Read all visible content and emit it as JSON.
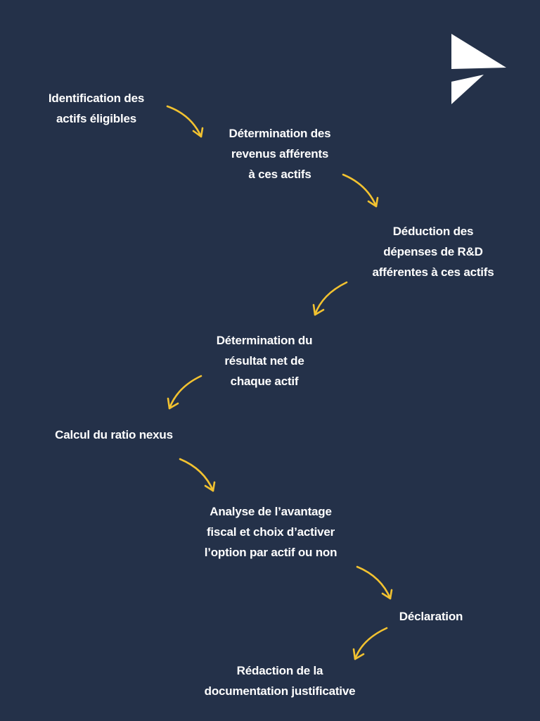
{
  "steps": [
    {
      "id": "identification",
      "lines": [
        "Identification des",
        "actifs éligibles"
      ]
    },
    {
      "id": "revenus",
      "lines": [
        "Détermination des",
        "revenus afférents",
        "à ces actifs"
      ]
    },
    {
      "id": "deduction",
      "lines": [
        "Déduction des",
        "dépenses de R&D",
        "afférentes à ces actifs"
      ]
    },
    {
      "id": "resultat",
      "lines": [
        "Détermination du",
        "résultat net de",
        "chaque actif"
      ]
    },
    {
      "id": "ratio",
      "lines": [
        "Calcul du ratio nexus"
      ]
    },
    {
      "id": "analyse",
      "lines": [
        "Analyse de l’avantage",
        "fiscal et choix d’activer",
        "l’option par actif ou non"
      ]
    },
    {
      "id": "declaration",
      "lines": [
        "Déclaration"
      ]
    },
    {
      "id": "redaction",
      "lines": [
        "Rédaction de la",
        "documentation justificative"
      ]
    }
  ],
  "colors": {
    "background": "#243149",
    "text": "#ffffff",
    "arrow": "#f2c230"
  },
  "logo": {
    "icon": "arrow-logo-icon"
  }
}
